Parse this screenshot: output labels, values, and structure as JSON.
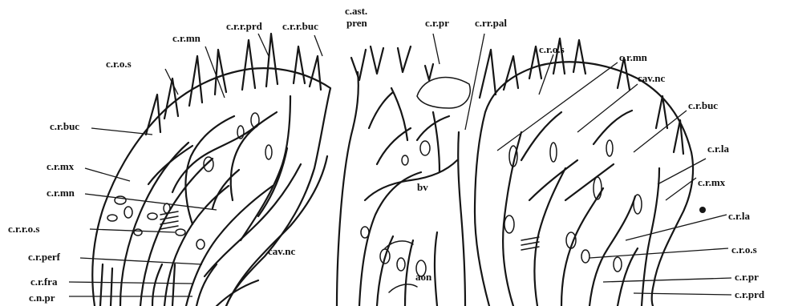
{
  "colors": {
    "ink": "#161616",
    "paper": "#ffffff"
  },
  "labels": {
    "left": {
      "c_r_o_s_top": "c.r.o.s",
      "c_r_mn_top": "c.r.mn",
      "c_r_r_prd": "c.r.r.prd",
      "c_r_r_buc": "c.r.r.buc",
      "c_r_buc": "c.r.buc",
      "c_r_mx": "c.r.mx",
      "c_r_mn": "c.r.mn",
      "c_r_r_o_s": "c.r.r.o.s",
      "c_r_perf": "c.r.perf",
      "c_r_fra": "c.r.fra",
      "c_n_pr": "c.n.pr",
      "cav_nc": "cav.nc"
    },
    "center": {
      "c_ast": "c.ast.",
      "pren": "pren",
      "c_r_pr": "c.r.pr",
      "c_rr_pal": "c.rr.pal",
      "bv": "bv",
      "aon": "aon"
    },
    "right": {
      "c_r_o_s_top": "c.r.o.s",
      "c_r_mn": "c.r.mn",
      "cav_nc": "cav.nc",
      "c_r_buc": "c.r.buc",
      "c_r_la_upper": "c.r.la",
      "c_r_mx": "c.r.mx",
      "c_r_la_lower": "c.r.la",
      "c_r_o_s": "c.r.o.s",
      "c_r_pr": "c.r.pr",
      "c_r_prd": "c.r.prd"
    }
  }
}
